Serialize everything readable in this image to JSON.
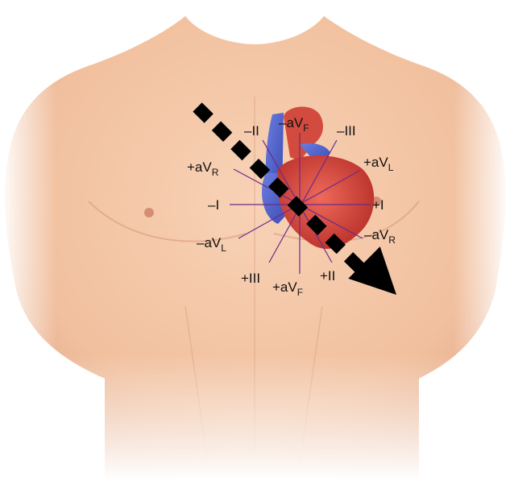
{
  "colors": {
    "background": "#ffffff",
    "skin": "#f4c7a6",
    "skin_shadow": "#e2a886",
    "heart_red": "#d8463c",
    "heart_blue": "#4a5fc8",
    "axis_lines": "#6b2a8c",
    "arrow": "#000000",
    "label_text": "#111111"
  },
  "leads": [
    {
      "id": "minus-I",
      "prefix": "–I",
      "sub": ""
    },
    {
      "id": "plus-I",
      "prefix": "+I",
      "sub": ""
    },
    {
      "id": "minus-II",
      "prefix": "–II",
      "sub": ""
    },
    {
      "id": "plus-II",
      "prefix": "+II",
      "sub": ""
    },
    {
      "id": "minus-III",
      "prefix": "–III",
      "sub": ""
    },
    {
      "id": "plus-III",
      "prefix": "+III",
      "sub": ""
    },
    {
      "id": "minus-aVF",
      "prefix": "–aV",
      "sub": "F"
    },
    {
      "id": "plus-aVF",
      "prefix": "+aV",
      "sub": "F"
    },
    {
      "id": "plus-aVR",
      "prefix": "+aV",
      "sub": "R"
    },
    {
      "id": "minus-aVR",
      "prefix": "–aV",
      "sub": "R"
    },
    {
      "id": "plus-aVL",
      "prefix": "+aV",
      "sub": "L"
    },
    {
      "id": "minus-aVL",
      "prefix": "–aV",
      "sub": "L"
    }
  ],
  "icons": {
    "torso": "human-torso-illustration",
    "heart": "heart-illustration",
    "axis_arrow": "dashed-arrow-icon"
  }
}
